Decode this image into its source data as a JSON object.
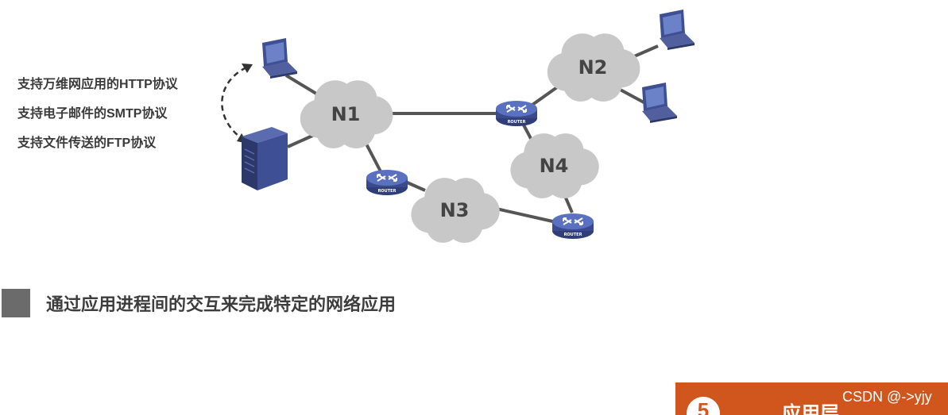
{
  "protocols": [
    "支持万维网应用的HTTP协议",
    "支持电子邮件的SMTP协议",
    "支持文件传送的FTP协议"
  ],
  "networks": [
    "N1",
    "N2",
    "N3",
    "N4"
  ],
  "router_label": "ROUTER",
  "statement": "通过应用进程间的交互来完成特定的网络应用",
  "layer": {
    "number": "5",
    "name": "应用层"
  },
  "watermark": "CSDN @->yjy",
  "colors": {
    "cloud": "#c8c8c8",
    "router": "#4b5ea8",
    "laptop": "#3f4f94",
    "server": "#36427e",
    "accent": "#d0561e"
  }
}
